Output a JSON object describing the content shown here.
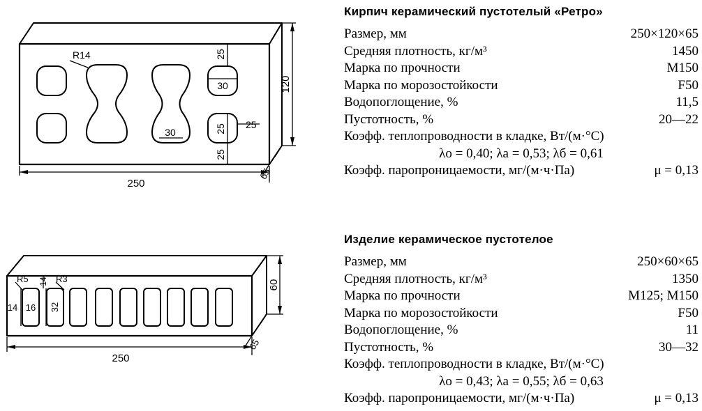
{
  "brick1": {
    "title": "Кирпич керамический пустотелый «Ретро»",
    "rows": [
      {
        "label": "Размер, мм",
        "value": "250×120×65"
      },
      {
        "label": "Средняя плотность, кг/м³",
        "value": "1450"
      },
      {
        "label": "Марка по прочности",
        "value": "М150"
      },
      {
        "label": "Марка по морозостойкости",
        "value": "F50"
      },
      {
        "label": "Водопоглощение, %",
        "value": "11,5"
      },
      {
        "label": "Пустотность, %",
        "value": "20—22"
      },
      {
        "label": "Коэфф. теплопроводности в кладке, Вт/(м·°С)",
        "value": ""
      }
    ],
    "lambda": "λо = 0,40; λа = 0,53; λб = 0,61",
    "vapor_label": "Коэфф. паропроницаемости, мг/(м·ч·Па)",
    "vapor_value": "μ = 0,13",
    "dims": {
      "length": "250",
      "height": "120",
      "depth": "65",
      "radius": "R14",
      "d25a": "25",
      "d30a": "30",
      "d30b": "30",
      "d25b": "25",
      "d25c": "25",
      "d25d": "25"
    }
  },
  "brick2": {
    "title": "Изделие керамическое пустотелое",
    "rows": [
      {
        "label": "Размер, мм",
        "value": "250×60×65"
      },
      {
        "label": "Средняя плотность, кг/м³",
        "value": "1350"
      },
      {
        "label": "Марка по прочности",
        "value": "М125; М150"
      },
      {
        "label": "Марка по морозостойкости",
        "value": "F50"
      },
      {
        "label": "Водопоглощение, %",
        "value": "11"
      },
      {
        "label": "Пустотность, %",
        "value": "30—32"
      },
      {
        "label": "Коэфф. теплопроводности в кладке, Вт/(м·°С)",
        "value": ""
      }
    ],
    "lambda": "λо = 0,43; λа = 0,55; λб = 0,63",
    "vapor_label": "Коэфф. паропроницаемости, мг/(м·ч·Па)",
    "vapor_value": "μ = 0,13",
    "dims": {
      "length": "250",
      "height": "60",
      "depth": "65",
      "r5": "R5",
      "r3": "R3",
      "d14a": "14",
      "d14b": "14",
      "d16": "16",
      "d32": "32"
    }
  }
}
